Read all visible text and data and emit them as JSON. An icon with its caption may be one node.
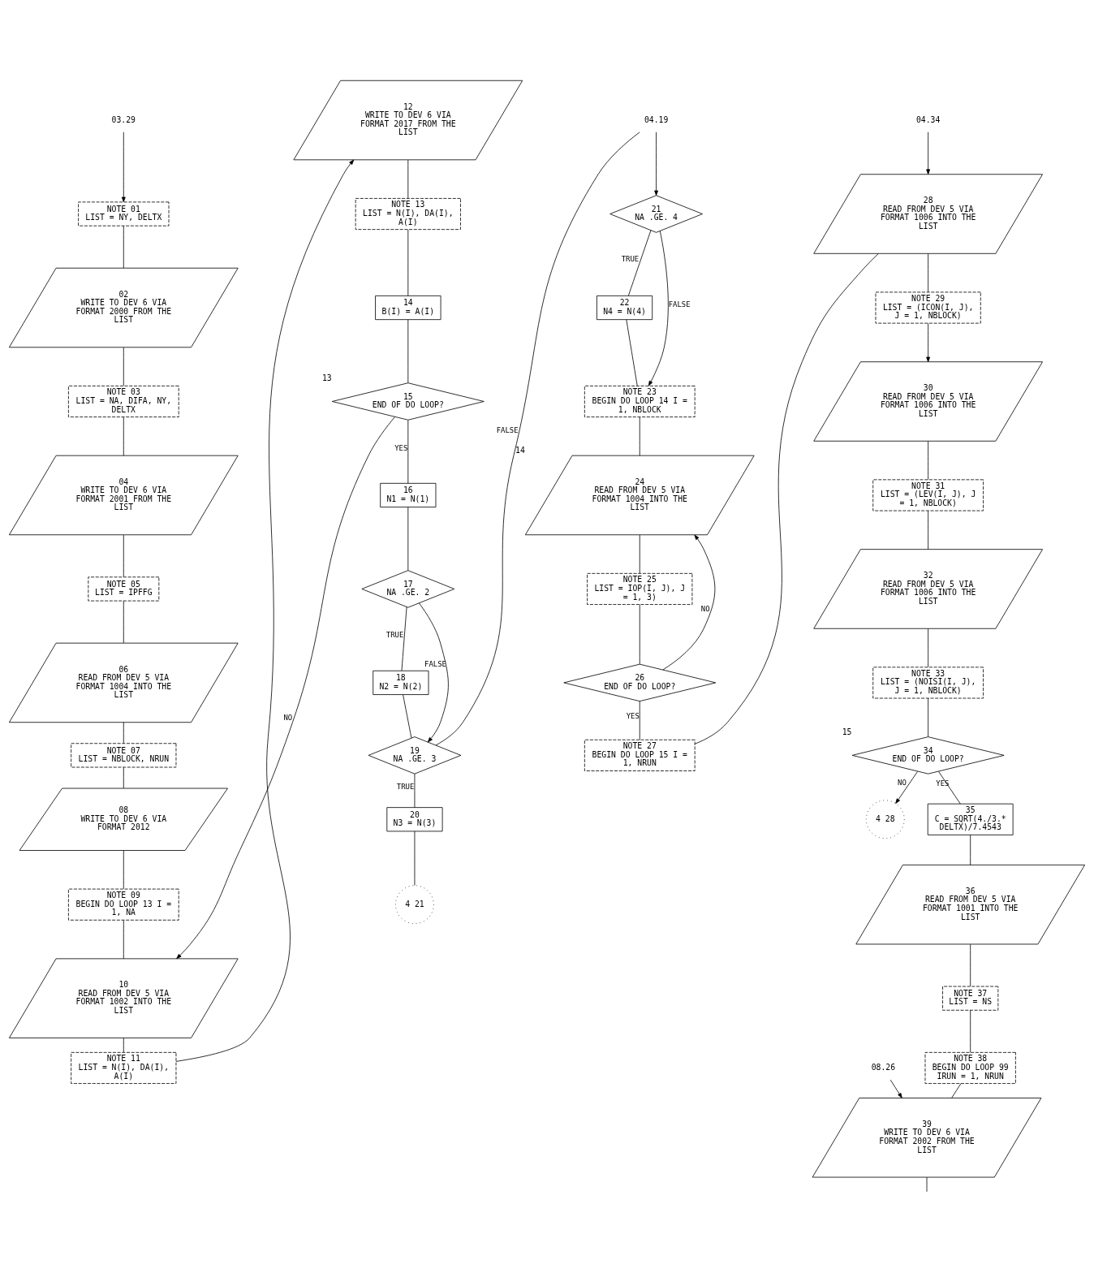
{
  "diagram": {
    "nodes": [
      {
        "text": [
          "03.29"
        ]
      },
      {
        "text": [
          "NOTE 01",
          "LIST = NY, DELTX"
        ]
      },
      {
        "text": [
          "02",
          "WRITE TO DEV 6 VIA FORMAT 2000 FROM THE LIST"
        ]
      },
      {
        "text": [
          "NOTE 03",
          "LIST = NA, DIFA, NY, DELTX"
        ]
      },
      {
        "text": [
          "04",
          "WRITE TO DEV 6 VIA FORMAT 2001 FROM THE LIST"
        ]
      },
      {
        "text": [
          "NOTE 05",
          "LIST = IPFFG"
        ]
      },
      {
        "text": [
          "06",
          "READ FROM DEV 5 VIA FORMAT 1004 INTO THE LIST"
        ]
      },
      {
        "text": [
          "NOTE 07",
          "LIST = NBLOCK, NRUN"
        ]
      },
      {
        "text": [
          "08",
          "WRITE TO DEV 6 VIA FORMAT 2012"
        ]
      },
      {
        "text": [
          "NOTE 09",
          "BEGIN DO LOOP 13 I = 1, NA"
        ]
      },
      {
        "text": [
          "10",
          "READ FROM DEV 5 VIA FORMAT 1002 INTO THE LIST"
        ]
      },
      {
        "text": [
          "NOTE 11",
          "LIST = N(I), DA(I), A(I)"
        ]
      },
      {
        "text": [
          "12",
          "WRITE TO DEV 6 VIA FORMAT 2017 FROM THE LIST"
        ]
      },
      {
        "text": [
          "NOTE 13",
          "LIST = N(I), DA(I), A(I)"
        ]
      },
      {
        "text": [
          "14",
          "B(I) = A(I)"
        ]
      },
      {
        "text": [
          "15",
          "END OF DO LOOP?"
        ],
        "beside": [
          "13"
        ]
      },
      {
        "text": [
          "16",
          "N1 = N(1)"
        ]
      },
      {
        "text": [
          "17",
          "NA .GE. 2"
        ]
      },
      {
        "text": [
          "18",
          "N2 = N(2)"
        ]
      },
      {
        "text": [
          "19",
          "NA .GE. 3"
        ]
      },
      {
        "text": [
          "20",
          "N3 = N(3)"
        ]
      },
      {
        "text": [
          "4 21"
        ]
      },
      {
        "text": [
          "04.19"
        ]
      },
      {
        "text": [
          "21",
          "NA .GE. 4"
        ]
      },
      {
        "text": [
          "22",
          "N4 = N(4)"
        ]
      },
      {
        "text": [
          "NOTE 23",
          "BEGIN DO LOOP 14 I = 1, NBLOCK"
        ]
      },
      {
        "text": [
          "24",
          "READ FROM DEV 5 VIA FORMAT 1004 INTO THE LIST"
        ],
        "beside": [
          "14"
        ]
      },
      {
        "text": [
          "NOTE 25",
          "LIST = IOP(I, J), J = 1, 3)"
        ]
      },
      {
        "text": [
          "26",
          "END OF DO LOOP?"
        ]
      },
      {
        "text": [
          "NOTE 27",
          "BEGIN DO LOOP 15 I = 1, NRUN"
        ]
      },
      {
        "text": [
          "04.34"
        ]
      },
      {
        "text": [
          "28",
          "READ FROM DEV 5 VIA FORMAT 1006 INTO THE LIST"
        ]
      },
      {
        "text": [
          "NOTE 29",
          "LIST = (ICON(I, J), J = 1, NBLOCK)"
        ]
      },
      {
        "text": [
          "30",
          "READ FROM DEV 5 VIA FORMAT 1006 INTO THE LIST"
        ]
      },
      {
        "text": [
          "NOTE 31",
          "LIST = (LEV(I, J), J = 1, NBLOCK)"
        ]
      },
      {
        "text": [
          "32",
          "READ FROM DEV 5 VIA FORMAT 1006 INTO THE LIST"
        ]
      },
      {
        "text": [
          "NOTE 33",
          "LIST = (NOISI(I, J), J = 1, NBLOCK)"
        ]
      },
      {
        "text": [
          "34",
          "END OF DO LOOP?"
        ],
        "beside": [
          "15"
        ]
      },
      {
        "text": [
          "4 28"
        ]
      },
      {
        "text": [
          "35",
          "C = SQRT(4./3.* DELTX)/7.4543"
        ]
      },
      {
        "text": [
          "36",
          "READ FROM DEV 5 VIA FORMAT 1001 INTO THE LIST"
        ]
      },
      {
        "text": [
          "NOTE 37",
          "LIST = NS"
        ]
      },
      {
        "text": [
          "NOTE 38",
          "BEGIN DO LOOP 99 IRUN = 1, NRUN"
        ]
      },
      {
        "text": [
          "08.26"
        ]
      },
      {
        "text": [
          "39",
          "WRITE TO DEV 6 VIA FORMAT 2002 FROM THE LIST"
        ]
      }
    ],
    "edges": [
      {
        "from": 0,
        "to": 1,
        "arrow": "to"
      },
      {
        "from": 1,
        "to": 2,
        "arrow": "none"
      },
      {
        "from": 2,
        "to": 3,
        "arrow": "none"
      },
      {
        "from": 3,
        "to": 4,
        "arrow": "none"
      },
      {
        "from": 4,
        "to": 5,
        "arrow": "none"
      },
      {
        "from": 5,
        "to": 6,
        "arrow": "none"
      },
      {
        "from": 6,
        "to": 7,
        "arrow": "none"
      },
      {
        "from": 7,
        "to": 8,
        "arrow": "none"
      },
      {
        "from": 8,
        "to": 9,
        "arrow": "none"
      },
      {
        "from": 9,
        "to": 10,
        "arrow": "none"
      },
      {
        "from": 10,
        "to": 11,
        "arrow": "none"
      },
      {
        "from": 11,
        "to": 12,
        "arrow": "to"
      },
      {
        "from": 12,
        "to": 13,
        "arrow": "none"
      },
      {
        "from": 13,
        "to": 14,
        "arrow": "none"
      },
      {
        "from": 14,
        "to": 15,
        "arrow": "none"
      },
      {
        "from": 15,
        "to": 10,
        "arrow": "to",
        "label": "NO"
      },
      {
        "from": 15,
        "to": 16,
        "arrow": "none",
        "label": "YES"
      },
      {
        "from": 16,
        "to": 17,
        "arrow": "none"
      },
      {
        "from": 17,
        "to": 18,
        "arrow": "none",
        "label": "TRUE"
      },
      {
        "from": 17,
        "to": 19,
        "arrow": "to",
        "label": "FALSE"
      },
      {
        "from": 18,
        "to": 19,
        "arrow": "none"
      },
      {
        "from": 19,
        "to": 22,
        "arrow": "none",
        "label": "FALSE"
      },
      {
        "from": 19,
        "to": 20,
        "arrow": "none",
        "label": "TRUE"
      },
      {
        "from": 20,
        "to": 21,
        "arrow": "none"
      },
      {
        "from": 22,
        "to": 23,
        "arrow": "to"
      },
      {
        "from": 23,
        "to": 24,
        "arrow": "none",
        "label": "TRUE"
      },
      {
        "from": 23,
        "to": 25,
        "arrow": "to",
        "label": "FALSE"
      },
      {
        "from": 24,
        "to": 25,
        "arrow": "none"
      },
      {
        "from": 25,
        "to": 26,
        "arrow": "none"
      },
      {
        "from": 26,
        "to": 27,
        "arrow": "none"
      },
      {
        "from": 27,
        "to": 28,
        "arrow": "none"
      },
      {
        "from": 28,
        "to": 26,
        "arrow": "to",
        "label": "NO"
      },
      {
        "from": 28,
        "to": 29,
        "arrow": "none",
        "label": "YES"
      },
      {
        "from": 29,
        "to": 31,
        "arrow": "none"
      },
      {
        "from": 30,
        "to": 31,
        "arrow": "to"
      },
      {
        "from": 31,
        "to": 32,
        "arrow": "none"
      },
      {
        "from": 32,
        "to": 33,
        "arrow": "to"
      },
      {
        "from": 33,
        "to": 34,
        "arrow": "none"
      },
      {
        "from": 34,
        "to": 35,
        "arrow": "none"
      },
      {
        "from": 35,
        "to": 36,
        "arrow": "none"
      },
      {
        "from": 36,
        "to": 37,
        "arrow": "none"
      },
      {
        "from": 37,
        "to": 38,
        "arrow": "to",
        "label": "NO"
      },
      {
        "from": 37,
        "to": 39,
        "arrow": "none",
        "label": "YES"
      },
      {
        "from": 39,
        "to": 40,
        "arrow": "none"
      },
      {
        "from": 40,
        "to": 41,
        "arrow": "none"
      },
      {
        "from": 41,
        "to": 42,
        "arrow": "none"
      },
      {
        "from": 42,
        "to": 44,
        "arrow": "none"
      },
      {
        "from": 43,
        "to": 44,
        "arrow": "to"
      },
      {
        "from": 44,
        "to": null,
        "arrow": "none"
      }
    ]
  }
}
